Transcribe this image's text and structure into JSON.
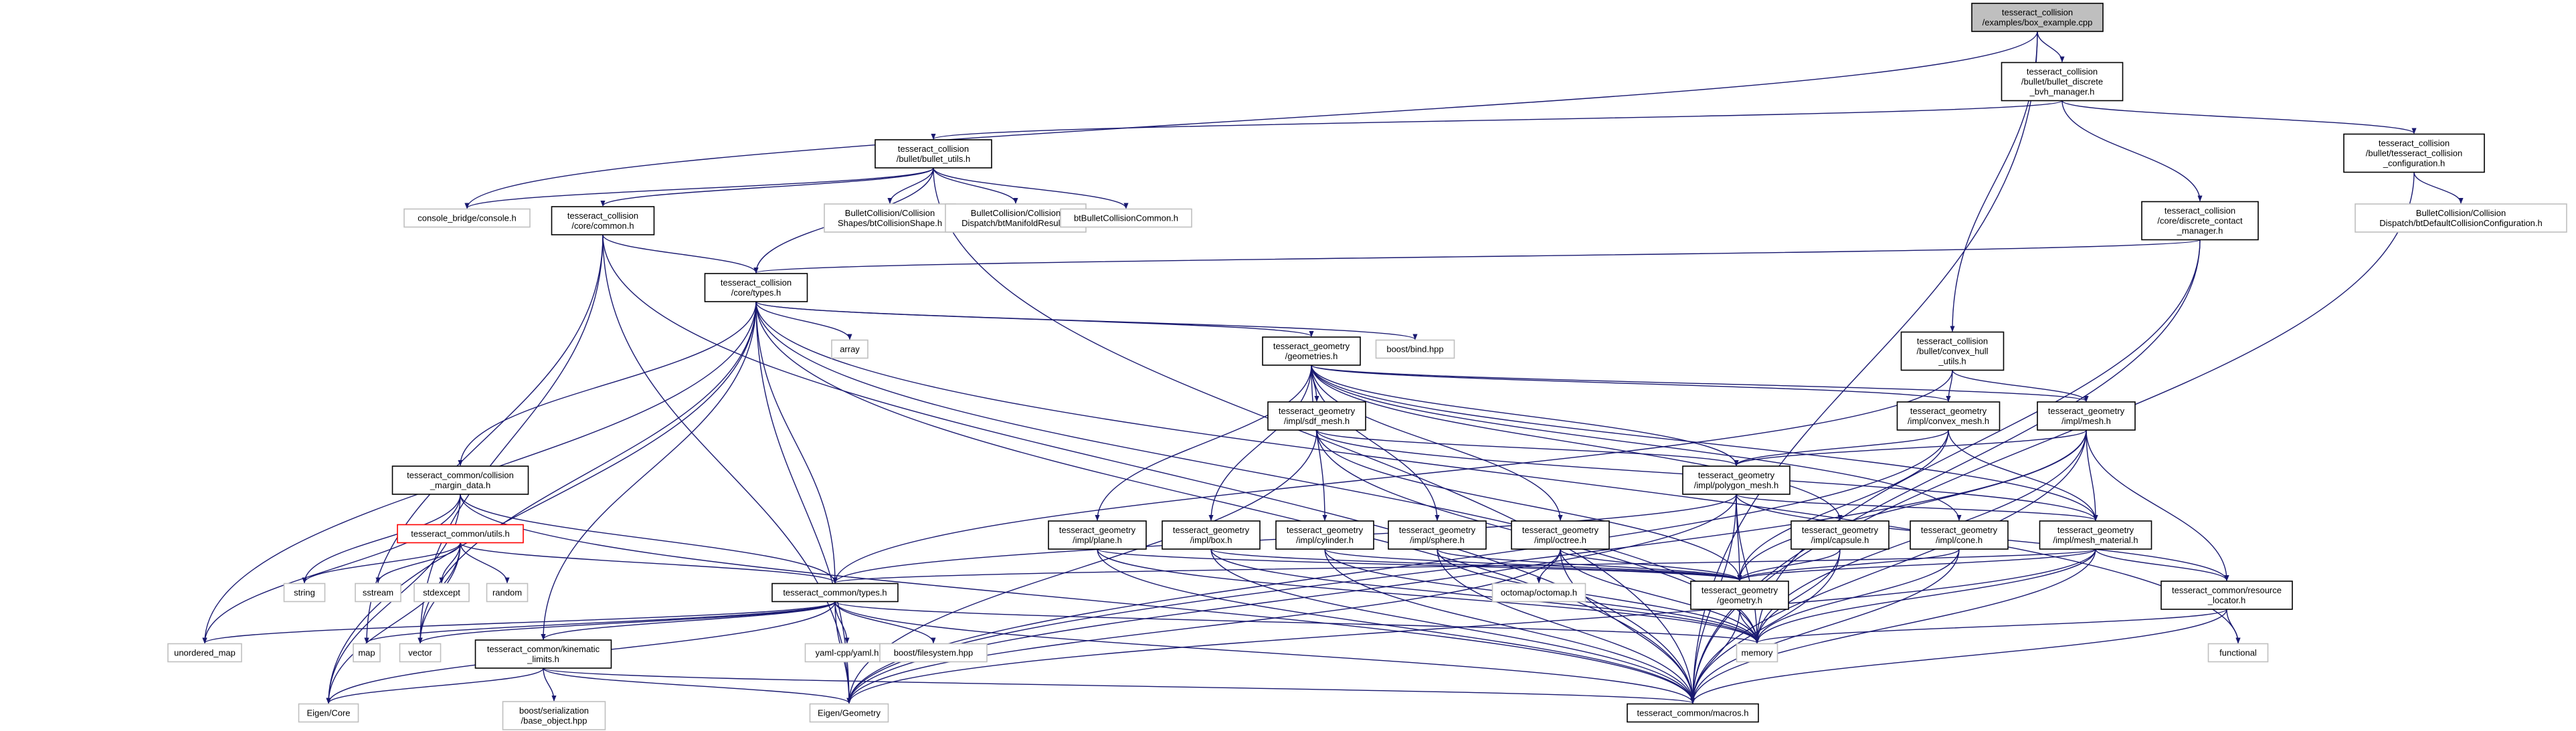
{
  "diagram": {
    "colors": {
      "edge": "#191970",
      "root_fill": "#bfbfbf",
      "root_border": "#000000",
      "node_fill": "#ffffff",
      "node_border": "#000000",
      "missing_border": "#bfbfbf",
      "link_error_border": "#ff0000"
    },
    "nodes": [
      {
        "id": "root",
        "lines": [
          "tesseract_collision",
          "/examples/box_example.cpp"
        ],
        "style": "root"
      },
      {
        "id": "bullet_discrete",
        "lines": [
          "tesseract_collision",
          "/bullet/bullet_discrete",
          "_bvh_manager.h"
        ],
        "style": "normal"
      },
      {
        "id": "bullet_utils",
        "lines": [
          "tesseract_collision",
          "/bullet/bullet_utils.h"
        ],
        "style": "normal"
      },
      {
        "id": "tess_coll_config",
        "lines": [
          "tesseract_collision",
          "/bullet/tesseract_collision",
          "_configuration.h"
        ],
        "style": "normal"
      },
      {
        "id": "console",
        "lines": [
          "console_bridge/console.h"
        ],
        "style": "missing"
      },
      {
        "id": "core_common",
        "lines": [
          "tesseract_collision",
          "/core/common.h"
        ],
        "style": "normal"
      },
      {
        "id": "bt_coll_shape",
        "lines": [
          "BulletCollision/Collision",
          "Shapes/btCollisionShape.h"
        ],
        "style": "missing"
      },
      {
        "id": "bt_manifold",
        "lines": [
          "BulletCollision/Collision",
          "Dispatch/btManifoldResult.h"
        ],
        "style": "missing"
      },
      {
        "id": "bt_common",
        "lines": [
          "btBulletCollisionCommon.h"
        ],
        "style": "missing"
      },
      {
        "id": "discrete_contact",
        "lines": [
          "tesseract_collision",
          "/core/discrete_contact",
          "_manager.h"
        ],
        "style": "normal"
      },
      {
        "id": "bt_default",
        "lines": [
          "BulletCollision/Collision",
          "Dispatch/btDefaultCollisionConfiguration.h"
        ],
        "style": "missing"
      },
      {
        "id": "core_types",
        "lines": [
          "tesseract_collision",
          "/core/types.h"
        ],
        "style": "normal"
      },
      {
        "id": "array",
        "lines": [
          "array"
        ],
        "style": "missing"
      },
      {
        "id": "boost_bind",
        "lines": [
          "boost/bind.hpp"
        ],
        "style": "missing"
      },
      {
        "id": "geometries",
        "lines": [
          "tesseract_geometry",
          "/geometries.h"
        ],
        "style": "normal"
      },
      {
        "id": "convex_hull_utils",
        "lines": [
          "tesseract_collision",
          "/bullet/convex_hull",
          "_utils.h"
        ],
        "style": "normal"
      },
      {
        "id": "sdf_mesh",
        "lines": [
          "tesseract_geometry",
          "/impl/sdf_mesh.h"
        ],
        "style": "normal"
      },
      {
        "id": "convex_mesh",
        "lines": [
          "tesseract_geometry",
          "/impl/convex_mesh.h"
        ],
        "style": "normal"
      },
      {
        "id": "mesh",
        "lines": [
          "tesseract_geometry",
          "/impl/mesh.h"
        ],
        "style": "normal"
      },
      {
        "id": "collision_margin",
        "lines": [
          "tesseract_common/collision",
          "_margin_data.h"
        ],
        "style": "normal"
      },
      {
        "id": "polygon_mesh",
        "lines": [
          "tesseract_geometry",
          "/impl/polygon_mesh.h"
        ],
        "style": "normal"
      },
      {
        "id": "common_utils",
        "lines": [
          "tesseract_common/utils.h"
        ],
        "style": "error"
      },
      {
        "id": "plane",
        "lines": [
          "tesseract_geometry",
          "/impl/plane.h"
        ],
        "style": "normal"
      },
      {
        "id": "box",
        "lines": [
          "tesseract_geometry",
          "/impl/box.h"
        ],
        "style": "normal"
      },
      {
        "id": "cylinder",
        "lines": [
          "tesseract_geometry",
          "/impl/cylinder.h"
        ],
        "style": "normal"
      },
      {
        "id": "sphere",
        "lines": [
          "tesseract_geometry",
          "/impl/sphere.h"
        ],
        "style": "normal"
      },
      {
        "id": "octree",
        "lines": [
          "tesseract_geometry",
          "/impl/octree.h"
        ],
        "style": "normal"
      },
      {
        "id": "capsule",
        "lines": [
          "tesseract_geometry",
          "/impl/capsule.h"
        ],
        "style": "normal"
      },
      {
        "id": "cone",
        "lines": [
          "tesseract_geometry",
          "/impl/cone.h"
        ],
        "style": "normal"
      },
      {
        "id": "mesh_material",
        "lines": [
          "tesseract_geometry",
          "/impl/mesh_material.h"
        ],
        "style": "normal"
      },
      {
        "id": "string",
        "lines": [
          "string"
        ],
        "style": "missing"
      },
      {
        "id": "sstream",
        "lines": [
          "sstream"
        ],
        "style": "missing"
      },
      {
        "id": "stdexcept",
        "lines": [
          "stdexcept"
        ],
        "style": "missing"
      },
      {
        "id": "random",
        "lines": [
          "random"
        ],
        "style": "missing"
      },
      {
        "id": "octomap",
        "lines": [
          "octomap/octomap.h"
        ],
        "style": "missing"
      },
      {
        "id": "geometry",
        "lines": [
          "tesseract_geometry",
          "/geometry.h"
        ],
        "style": "normal"
      },
      {
        "id": "resource_locator",
        "lines": [
          "tesseract_common/resource",
          "_locator.h"
        ],
        "style": "normal"
      },
      {
        "id": "common_types",
        "lines": [
          "tesseract_common/types.h"
        ],
        "style": "normal"
      },
      {
        "id": "unordered_map",
        "lines": [
          "unordered_map"
        ],
        "style": "missing"
      },
      {
        "id": "map",
        "lines": [
          "map"
        ],
        "style": "missing"
      },
      {
        "id": "vector",
        "lines": [
          "vector"
        ],
        "style": "missing"
      },
      {
        "id": "kinematic_limits",
        "lines": [
          "tesseract_common/kinematic",
          "_limits.h"
        ],
        "style": "normal"
      },
      {
        "id": "yaml",
        "lines": [
          "yaml-cpp/yaml.h"
        ],
        "style": "missing"
      },
      {
        "id": "boost_fs",
        "lines": [
          "boost/filesystem.hpp"
        ],
        "style": "missing"
      },
      {
        "id": "memory",
        "lines": [
          "memory"
        ],
        "style": "missing"
      },
      {
        "id": "functional",
        "lines": [
          "functional"
        ],
        "style": "missing"
      },
      {
        "id": "eigen_core",
        "lines": [
          "Eigen/Core"
        ],
        "style": "missing"
      },
      {
        "id": "boost_ser",
        "lines": [
          "boost/serialization",
          "/base_object.hpp"
        ],
        "style": "missing"
      },
      {
        "id": "eigen_geom",
        "lines": [
          "Eigen/Geometry"
        ],
        "style": "missing"
      },
      {
        "id": "macros",
        "lines": [
          "tesseract_common/macros.h"
        ],
        "style": "normal"
      }
    ],
    "edges": [
      [
        "root",
        "bullet_discrete"
      ],
      [
        "root",
        "convex_hull_utils"
      ],
      [
        "root",
        "console"
      ],
      [
        "root",
        "macros"
      ],
      [
        "bullet_discrete",
        "bullet_utils"
      ],
      [
        "bullet_discrete",
        "tess_coll_config"
      ],
      [
        "bullet_discrete",
        "discrete_contact"
      ],
      [
        "bullet_utils",
        "console"
      ],
      [
        "bullet_utils",
        "core_common"
      ],
      [
        "bullet_utils",
        "bt_coll_shape"
      ],
      [
        "bullet_utils",
        "bt_manifold"
      ],
      [
        "bullet_utils",
        "bt_common"
      ],
      [
        "bullet_utils",
        "core_types"
      ],
      [
        "bullet_utils",
        "macros"
      ],
      [
        "tess_coll_config",
        "bt_default"
      ],
      [
        "tess_coll_config",
        "macros"
      ],
      [
        "discrete_contact",
        "core_types"
      ],
      [
        "discrete_contact",
        "memory"
      ],
      [
        "discrete_contact",
        "macros"
      ],
      [
        "core_common",
        "core_types"
      ],
      [
        "core_common",
        "map"
      ],
      [
        "core_common",
        "vector"
      ],
      [
        "core_common",
        "eigen_geom"
      ],
      [
        "core_common",
        "macros"
      ],
      [
        "core_types",
        "array"
      ],
      [
        "core_types",
        "boost_bind"
      ],
      [
        "core_types",
        "geometries"
      ],
      [
        "core_types",
        "collision_margin"
      ],
      [
        "core_types",
        "common_types"
      ],
      [
        "core_types",
        "kinematic_limits"
      ],
      [
        "core_types",
        "unordered_map"
      ],
      [
        "core_types",
        "vector"
      ],
      [
        "core_types",
        "eigen_core"
      ],
      [
        "core_types",
        "eigen_geom"
      ],
      [
        "core_types",
        "memory"
      ],
      [
        "core_types",
        "functional"
      ],
      [
        "core_types",
        "macros"
      ],
      [
        "convex_hull_utils",
        "convex_mesh"
      ],
      [
        "convex_hull_utils",
        "mesh"
      ],
      [
        "convex_hull_utils",
        "common_types"
      ],
      [
        "geometries",
        "sdf_mesh"
      ],
      [
        "geometries",
        "convex_mesh"
      ],
      [
        "geometries",
        "mesh"
      ],
      [
        "geometries",
        "polygon_mesh"
      ],
      [
        "geometries",
        "plane"
      ],
      [
        "geometries",
        "box"
      ],
      [
        "geometries",
        "cylinder"
      ],
      [
        "geometries",
        "sphere"
      ],
      [
        "geometries",
        "octree"
      ],
      [
        "geometries",
        "capsule"
      ],
      [
        "geometries",
        "cone"
      ],
      [
        "geometries",
        "mesh_material"
      ],
      [
        "sdf_mesh",
        "polygon_mesh"
      ],
      [
        "sdf_mesh",
        "mesh_material"
      ],
      [
        "sdf_mesh",
        "geometry"
      ],
      [
        "sdf_mesh",
        "memory"
      ],
      [
        "sdf_mesh",
        "eigen_geom"
      ],
      [
        "convex_mesh",
        "polygon_mesh"
      ],
      [
        "convex_mesh",
        "mesh_material"
      ],
      [
        "convex_mesh",
        "geometry"
      ],
      [
        "convex_mesh",
        "eigen_geom"
      ],
      [
        "mesh",
        "polygon_mesh"
      ],
      [
        "mesh",
        "mesh_material"
      ],
      [
        "mesh",
        "resource_locator"
      ],
      [
        "mesh",
        "geometry"
      ],
      [
        "mesh",
        "memory"
      ],
      [
        "mesh",
        "eigen_geom"
      ],
      [
        "mesh",
        "macros"
      ],
      [
        "polygon_mesh",
        "mesh_material"
      ],
      [
        "polygon_mesh",
        "resource_locator"
      ],
      [
        "polygon_mesh",
        "geometry"
      ],
      [
        "polygon_mesh",
        "common_types"
      ],
      [
        "polygon_mesh",
        "memory"
      ],
      [
        "polygon_mesh",
        "eigen_geom"
      ],
      [
        "polygon_mesh",
        "macros"
      ],
      [
        "collision_margin",
        "common_types"
      ],
      [
        "collision_margin",
        "unordered_map"
      ],
      [
        "collision_margin",
        "string"
      ],
      [
        "collision_margin",
        "eigen_core"
      ],
      [
        "collision_margin",
        "macros"
      ],
      [
        "common_utils",
        "common_types"
      ],
      [
        "common_utils",
        "string"
      ],
      [
        "common_utils",
        "sstream"
      ],
      [
        "common_utils",
        "stdexcept"
      ],
      [
        "common_utils",
        "random"
      ],
      [
        "common_utils",
        "vector"
      ],
      [
        "common_utils",
        "eigen_core"
      ],
      [
        "plane",
        "geometry"
      ],
      [
        "plane",
        "memory"
      ],
      [
        "plane",
        "macros"
      ],
      [
        "box",
        "geometry"
      ],
      [
        "box",
        "memory"
      ],
      [
        "box",
        "macros"
      ],
      [
        "cylinder",
        "geometry"
      ],
      [
        "cylinder",
        "memory"
      ],
      [
        "cylinder",
        "macros"
      ],
      [
        "sphere",
        "geometry"
      ],
      [
        "sphere",
        "memory"
      ],
      [
        "sphere",
        "macros"
      ],
      [
        "octree",
        "geometry"
      ],
      [
        "octree",
        "octomap"
      ],
      [
        "octree",
        "memory"
      ],
      [
        "octree",
        "macros"
      ],
      [
        "octree",
        "eigen_geom"
      ],
      [
        "capsule",
        "geometry"
      ],
      [
        "capsule",
        "memory"
      ],
      [
        "capsule",
        "macros"
      ],
      [
        "cone",
        "geometry"
      ],
      [
        "cone",
        "memory"
      ],
      [
        "cone",
        "macros"
      ],
      [
        "mesh_material",
        "geometry"
      ],
      [
        "mesh_material",
        "common_types"
      ],
      [
        "mesh_material",
        "resource_locator"
      ],
      [
        "mesh_material",
        "memory"
      ],
      [
        "mesh_material",
        "eigen_geom"
      ],
      [
        "mesh_material",
        "macros"
      ],
      [
        "geometry",
        "memory"
      ],
      [
        "geometry",
        "macros"
      ],
      [
        "resource_locator",
        "functional"
      ],
      [
        "resource_locator",
        "memory"
      ],
      [
        "resource_locator",
        "macros"
      ],
      [
        "common_types",
        "unordered_map"
      ],
      [
        "common_types",
        "map"
      ],
      [
        "common_types",
        "vector"
      ],
      [
        "common_types",
        "kinematic_limits"
      ],
      [
        "common_types",
        "yaml"
      ],
      [
        "common_types",
        "boost_fs"
      ],
      [
        "common_types",
        "memory"
      ],
      [
        "common_types",
        "eigen_core"
      ],
      [
        "common_types",
        "eigen_geom"
      ],
      [
        "common_types",
        "macros"
      ],
      [
        "kinematic_limits",
        "eigen_core"
      ],
      [
        "kinematic_limits",
        "boost_ser"
      ],
      [
        "kinematic_limits",
        "eigen_geom"
      ],
      [
        "kinematic_limits",
        "macros"
      ]
    ]
  }
}
